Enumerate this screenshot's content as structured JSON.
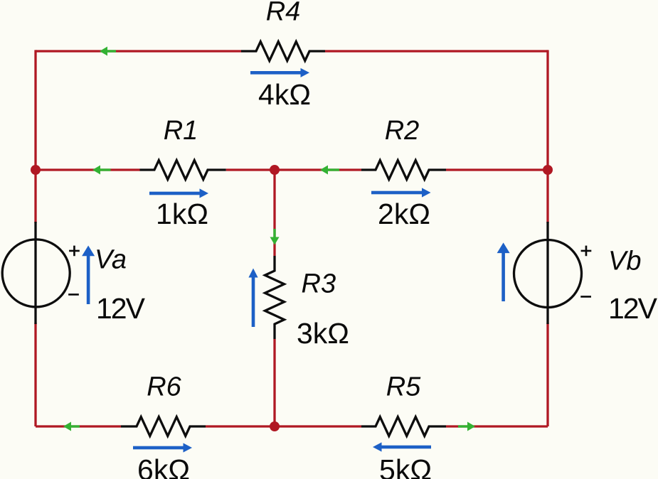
{
  "diagram_type": "circuit-schematic",
  "colors": {
    "background": "#FCFCF5",
    "wire": "#B01823",
    "component": "#0d0d0d",
    "current_arrow": "#33B233",
    "direction_arrow": "#1D60C6",
    "text": "#0a0a0a"
  },
  "resistors": [
    {
      "id": "R1",
      "name": "R1",
      "value": "1kΩ"
    },
    {
      "id": "R2",
      "name": "R2",
      "value": "2kΩ"
    },
    {
      "id": "R3",
      "name": "R3",
      "value": "3kΩ"
    },
    {
      "id": "R4",
      "name": "R4",
      "value": "4kΩ"
    },
    {
      "id": "R5",
      "name": "R5",
      "value": "5kΩ"
    },
    {
      "id": "R6",
      "name": "R6",
      "value": "6kΩ"
    }
  ],
  "sources": [
    {
      "id": "Va",
      "name": "Va",
      "value": "12V",
      "plus": "+",
      "minus": "−"
    },
    {
      "id": "Vb",
      "name": "Vb",
      "value": "12V",
      "plus": "+",
      "minus": "−"
    }
  ]
}
